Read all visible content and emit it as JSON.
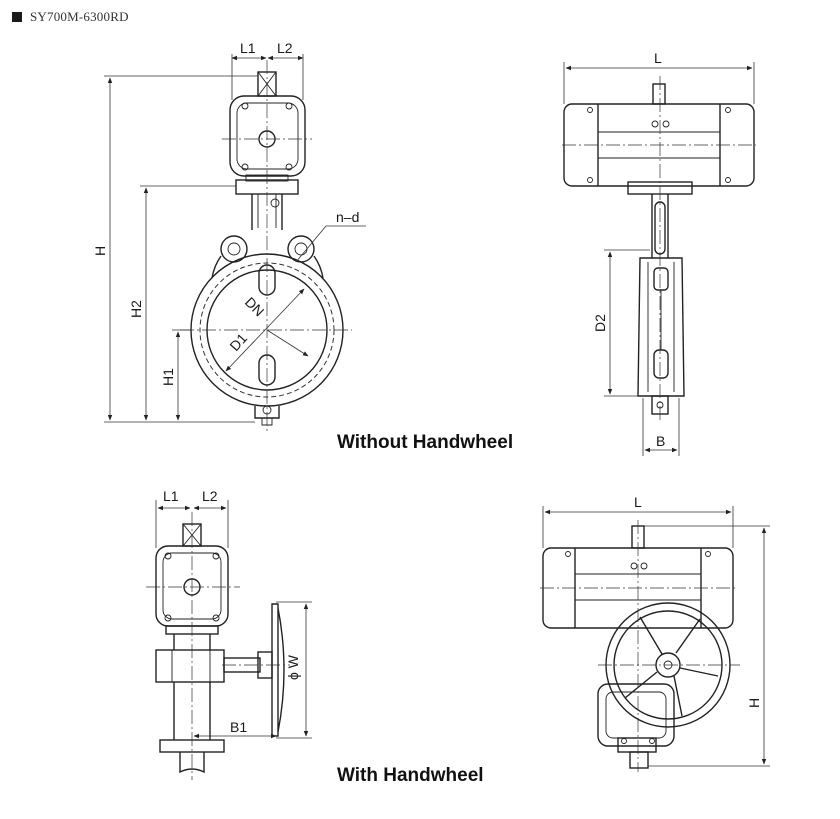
{
  "header": {
    "model": "SY700M-6300RD"
  },
  "captions": {
    "without": "Without Handwheel",
    "with": "With Handwheel"
  },
  "dims": {
    "L1": "L1",
    "L2": "L2",
    "H": "H",
    "H1": "H1",
    "H2": "H2",
    "nd": "n–d",
    "DN": "DN",
    "D1": "D1",
    "L": "L",
    "D2": "D2",
    "B": "B",
    "B1": "B1",
    "phiW": "ϕ W"
  }
}
